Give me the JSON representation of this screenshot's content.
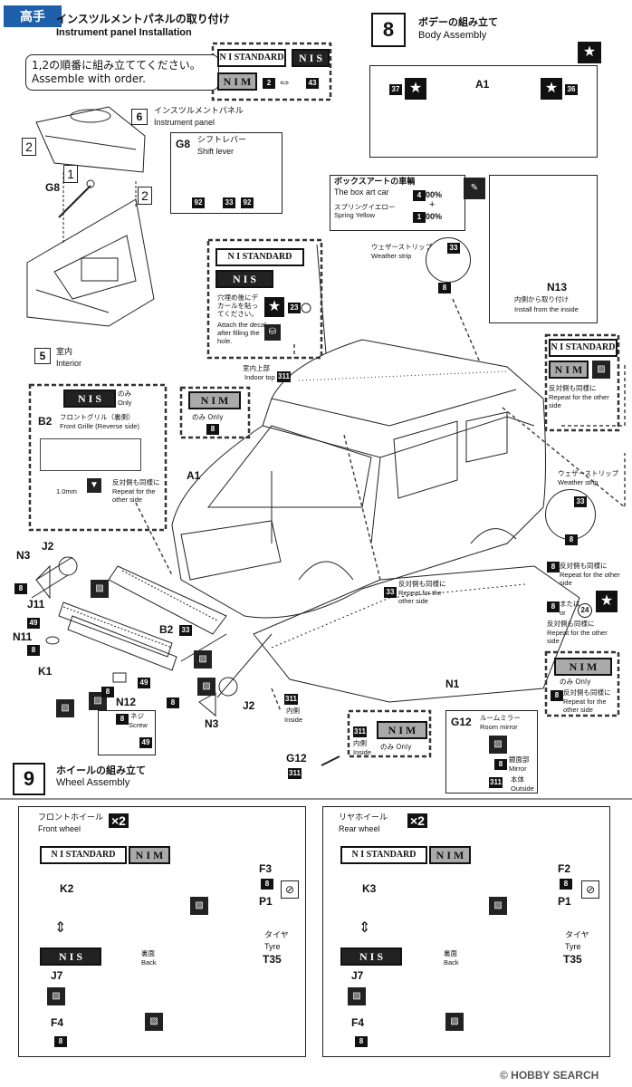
{
  "header": {
    "watermark_logo": "高手",
    "step7": {
      "title_jp": "インスツルメントパネルの取り付け",
      "title_en": "Instrument panel Installation"
    },
    "step8": {
      "number": "8",
      "title_jp": "ボデーの組み立て",
      "title_en": "Body Assembly"
    }
  },
  "step7": {
    "order_note_jp": "1,2の順番に組み立ててください。",
    "order_note_en": "Assemble with order.",
    "order_num_1": "1",
    "order_num_2": "2",
    "part6_no": "6",
    "part6_jp": "インスツルメントパネル",
    "part6_en": "Instrument panel",
    "g8_label": "G8",
    "g8_jp": "シフトレバー",
    "g8_en": "Shift lever",
    "g8_nums": [
      "92",
      "33",
      "92"
    ],
    "variant_nstd": "N I STANDARD",
    "variant_nis": "N I S",
    "variant_nim": "N I M",
    "color_from": "2",
    "color_to": "43",
    "part5_no": "5",
    "part5_jp": "室内",
    "part5_en": "Interior",
    "g8_side_label": "G8"
  },
  "step8": {
    "a1_top": "A1",
    "star_num_left": "37",
    "star_num_right": "36",
    "boxart_jp": "ボックスアートの車輌",
    "boxart_en": "The box art car",
    "boxart_c1": "4",
    "boxart_c1_pct": "00%",
    "boxart_plus": "+",
    "boxart_c2_jp": "スプリングイエロー",
    "boxart_c2_en": "Spring Yellow",
    "boxart_c2": "1",
    "boxart_c2_pct": "00%",
    "weatherstrip_jp": "ウェザーストリップ",
    "weatherstrip_en": "Weather strip",
    "ws_num_top": "33",
    "ws_num_bottom": "8",
    "n13_label": "N13",
    "n13_jp": "内側から取り付け",
    "n13_en": "Install from the inside",
    "hole_box": {
      "variant1": "N I STANDARD",
      "variant2": "N I S",
      "jp": "穴埋め後にデカールを貼ってください。",
      "en": "Attach the decal after filling the hole.",
      "num": "23"
    },
    "roof_jp": "室内上部",
    "roof_en": "Indoor top",
    "roof_num": "311",
    "nstd_nim_box": {
      "v1": "N I STANDARD",
      "v2": "N I M",
      "jp": "反対側も同様に",
      "en": "Repeat for the other side"
    },
    "nis_only": {
      "label": "N I S",
      "only_jp": "のみ",
      "only_en": "Only"
    },
    "nim_only": {
      "label": "N I M",
      "only": "のみ Only",
      "num": "8"
    },
    "b2_label": "B2",
    "b2_jp": "フロントグリル（裏側）",
    "b2_en": "Front Grille (Reverse side)",
    "b2_repeat_jp": "反対側も同様に",
    "b2_repeat_en": "Repeat for the other side",
    "drill": "1.0mm",
    "a1_label": "A1",
    "ws_right_jp": "ウェザーストリップ",
    "ws_right_en": "Weather strip",
    "ws_right_top": "33",
    "ws_right_bottom": "8",
    "repeat8_num": "8",
    "repeat8_jp": "反対側も同様に",
    "repeat8_en": "Repeat for the other side",
    "repeat33_num": "33",
    "repeat33_jp": "反対側も同様に",
    "repeat33_en": "Repeat for the other side",
    "or_num1": "8",
    "or_word_jp": "または",
    "or_word_en": "or",
    "or_num2": "24",
    "or_repeat_jp": "反対側も同様に",
    "or_repeat_en": "Repeat for the other side",
    "nim_only_right": {
      "label": "N I M",
      "only": "のみ Only",
      "num": "8",
      "jp": "反対側も同様に",
      "en": "Repeat for the other side"
    },
    "n1_label": "N1",
    "n3_left": "N3",
    "j2_left": "J2",
    "j11_label": "J11",
    "n11_label": "N11",
    "n11_num": "49",
    "n11_num8": "8",
    "k1_label": "K1",
    "b2_bottom": "B2",
    "b2_bottom_num": "33",
    "n12_label": "N12",
    "n12_num8": "8",
    "n12_num49": "49",
    "screw_num": "8",
    "screw_jp": "ネジ",
    "screw_en": "Screw",
    "screw_num2": "49",
    "n3_right": "N3",
    "j2_right": "J2",
    "inside_num": "311",
    "inside_jp": "内側",
    "inside_en": "Inside",
    "nim_inside": {
      "num": "311",
      "jp": "内側",
      "en": "Inside",
      "label": "N I M",
      "only": "のみ Only"
    },
    "g12_label": "G12",
    "g12_jp": "ルームミラー",
    "g12_en": "Room mirror",
    "mirror_num": "8",
    "mirror_jp": "鏡面部",
    "mirror_en": "Mirror",
    "outside_num": "311",
    "outside_jp": "本体",
    "outside_en": "Outside",
    "g12_bottom": "G12",
    "g12_bottom_num": "311"
  },
  "step9": {
    "number": "9",
    "title_jp": "ホイールの組み立て",
    "title_en": "Wheel Assembly",
    "front": {
      "jp": "フロントホイール",
      "en": "Front wheel",
      "qty": "×2",
      "v1": "N I STANDARD",
      "v2": "N I M",
      "v3": "N I S",
      "k": "K2",
      "j": "J7",
      "f": "F4",
      "f_num": "8",
      "back_jp": "裏面",
      "back_en": "Back",
      "cap": "F3",
      "cap_num": "8",
      "p": "P1",
      "tyre_jp": "タイヤ",
      "tyre_en": "Tyre",
      "tyre": "T35"
    },
    "rear": {
      "jp": "リヤホイール",
      "en": "Rear wheel",
      "qty": "×2",
      "v1": "N I STANDARD",
      "v2": "N I M",
      "v3": "N I S",
      "k": "K3",
      "j": "J7",
      "f": "F4",
      "f_num": "8",
      "back_jp": "裏面",
      "back_en": "Back",
      "cap": "F2",
      "cap_num": "8",
      "p": "P1",
      "tyre_jp": "タイヤ",
      "tyre_en": "Tyre",
      "tyre": "T35"
    }
  },
  "footer": {
    "credit": "© HOBBY SEARCH"
  }
}
